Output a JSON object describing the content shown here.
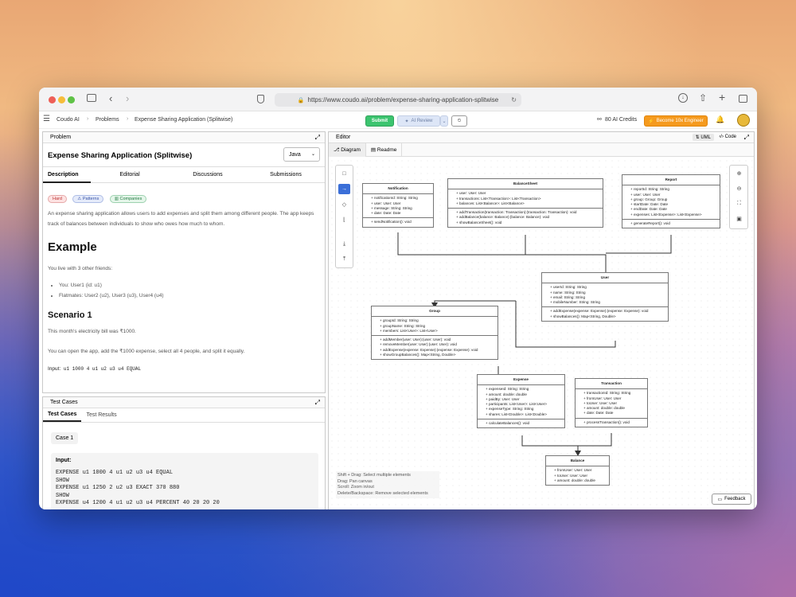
{
  "browser": {
    "url": "https://www.coudo.ai/problem/expense-sharing-application-splitwise"
  },
  "app": {
    "brand": "Coudo AI",
    "crumb_problems": "Problems",
    "crumb_current": "Expense Sharing Application (Splitwise)",
    "submit": "Submit",
    "ai_review": "AI Review",
    "credits": "80 AI Credits",
    "become": "Become 10x Engineer"
  },
  "problem": {
    "header": "Problem",
    "title": "Expense Sharing Application (Splitwise)",
    "language": "Java",
    "tabs": [
      "Description",
      "Editorial",
      "Discussions",
      "Submissions"
    ],
    "tags": [
      "Hard",
      "Patterns",
      "Companies"
    ],
    "intro": "An expense sharing application allows users to add expenses and split them among different people. The app keeps track of balances between individuals to show who owes how much to whom.",
    "example_heading": "Example",
    "live": "You live with 3 other friends:",
    "bullets": [
      "You: User1 (id: u1)",
      "Flatmates: User2 (u2), User3 (u3), User4 (u4)"
    ],
    "scenario": "Scenario 1",
    "bill": "This month's electricity bill was ₹1000.",
    "action": "You can open the app, add the ₹1000 expense, select all 4 people, and split it equally.",
    "input_label": "Input:",
    "input_value": "u1 1000 4 u1 u2 u3 u4 EQUAL"
  },
  "tests": {
    "header": "Test Cases",
    "tabs": [
      "Test Cases",
      "Test Results"
    ],
    "case": "Case 1",
    "input_label": "Input:",
    "lines": [
      "EXPENSE u1 1000 4 u1 u2 u3 u4 EQUAL",
      "SHOW",
      "EXPENSE u1 1250 2 u2 u3 EXACT 370 880",
      "SHOW",
      "EXPENSE u4 1200 4 u1 u2 u3 u4 PERCENT 40 20 20 20"
    ]
  },
  "editor": {
    "header": "Editor",
    "uml": "UML",
    "code": "Code",
    "tab_diagram": "Diagram",
    "tab_readme": "Readme",
    "hints": [
      "Shift + Drag: Select multiple elements",
      "Drag: Pan canvas",
      "Scroll: Zoom in/out",
      "Delete/Backspace: Remove selected elements"
    ],
    "feedback": "Feedback"
  },
  "classes": {
    "notification": {
      "name": "Notification",
      "attrs": [
        "+ notificationId: String: String",
        "+ user: User: User",
        "+ message: String: String",
        "+ date: Date: Date"
      ],
      "methods": [
        "+ sendNotification(): void"
      ]
    },
    "balancesheet": {
      "name": "BalanceSheet",
      "attrs": [
        "+ user: User: User",
        "+ transactions: List<Transaction>: List<Transaction>",
        "+ balances: List<Balance>: List<Balance>"
      ],
      "methods": [
        "+ addTransaction(transaction: Transaction):(transaction: Transaction): void",
        "+ addBalance(balance: Balance):(balance: Balance): void",
        "+ showBalanceSheet(): void"
      ]
    },
    "report": {
      "name": "Report",
      "attrs": [
        "+ reportId: String: String",
        "+ user: User: User",
        "+ group: Group: Group",
        "+ startDate: Date: Date",
        "+ endDate: Date: Date",
        "+ expenses: List<Expense>: List<Expense>"
      ],
      "methods": [
        "+ generateReport(): void"
      ]
    },
    "user": {
      "name": "User",
      "attrs": [
        "+ userId: String: String",
        "+ name: String: String",
        "+ email: String: String",
        "+ mobileNumber: String: String"
      ],
      "methods": [
        "+ addExpense(expense: Expense):(expense: Expense): void",
        "+ showBalances(): Map<String, Double>"
      ]
    },
    "group": {
      "name": "Group",
      "attrs": [
        "+ groupId: String: String",
        "+ groupName: String: String",
        "+ members: List<User>: List<User>"
      ],
      "methods": [
        "+ addMember(user: User):(user: User): void",
        "+ removeMember(user: User):(user: User): void",
        "+ addExpense(expense: Expense):(expense: Expense): void",
        "+ showGroupBalances(): Map<String, Double>"
      ]
    },
    "expense": {
      "name": "Expense",
      "attrs": [
        "+ expenseId: String: String",
        "+ amount: double: double",
        "+ paidBy: User: User",
        "+ participants: List<User>: List<User>",
        "+ expenseType: String: String",
        "+ shares: List<Double>: List<Double>"
      ],
      "methods": [
        "+ calculateBalances(): void"
      ]
    },
    "transaction": {
      "name": "Transaction",
      "attrs": [
        "+ transactionId: String: String",
        "+ fromUser: User: User",
        "+ toUser: User: User",
        "+ amount: double: double",
        "+ date: Date: Date"
      ],
      "methods": [
        "+ processTransaction(): void"
      ]
    },
    "balance": {
      "name": "Balance",
      "attrs": [
        "+ fromUser: User: User",
        "+ toUser: User: User",
        "+ amount: double: double"
      ],
      "methods": []
    }
  }
}
